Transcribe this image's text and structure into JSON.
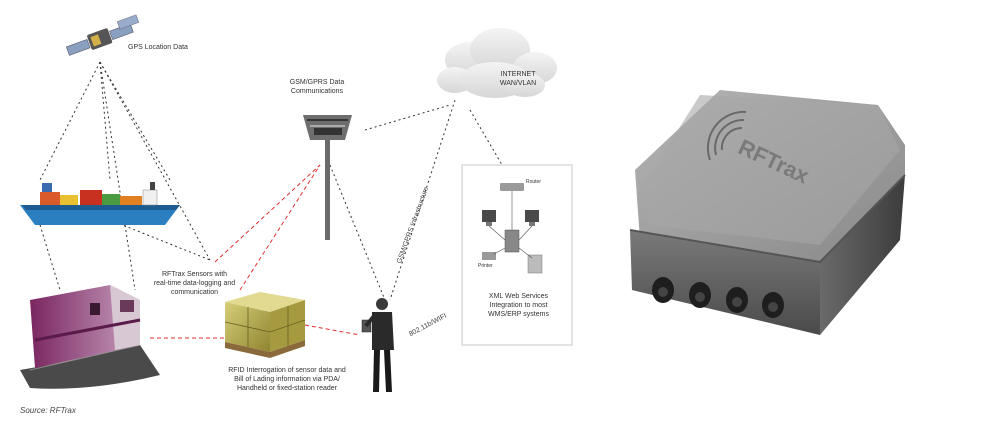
{
  "diagram": {
    "labels": {
      "gps": "GPS Location Data",
      "gsm": "GSM/GPRS Data\nCommunications",
      "internet": "INTERNET\nWAN/VLAN",
      "sensors": "RFTrax Sensors with\nreal-time data-logging and\ncommunication",
      "rfid": "RFID Interrogation of sensor data and\nBill of Lading information via PDA/\nHandheld or fixed-station reader",
      "xml": "XML Web Services\nIntegration to most\nWMS/ERP systems",
      "gprs_link": "GSM/GPRS Infrastructure",
      "wifi_link": "802.11b/WIFI",
      "router": "Router",
      "printer": "Printer",
      "source": "Source: RFTrax"
    },
    "colors": {
      "dotted_line": "#333333",
      "red_dashed": "#e03030",
      "cloud": "#e6e6e6",
      "device_body": "#8f8f8f"
    }
  },
  "device": {
    "logo_text": "RFTrax",
    "ports": 4
  }
}
